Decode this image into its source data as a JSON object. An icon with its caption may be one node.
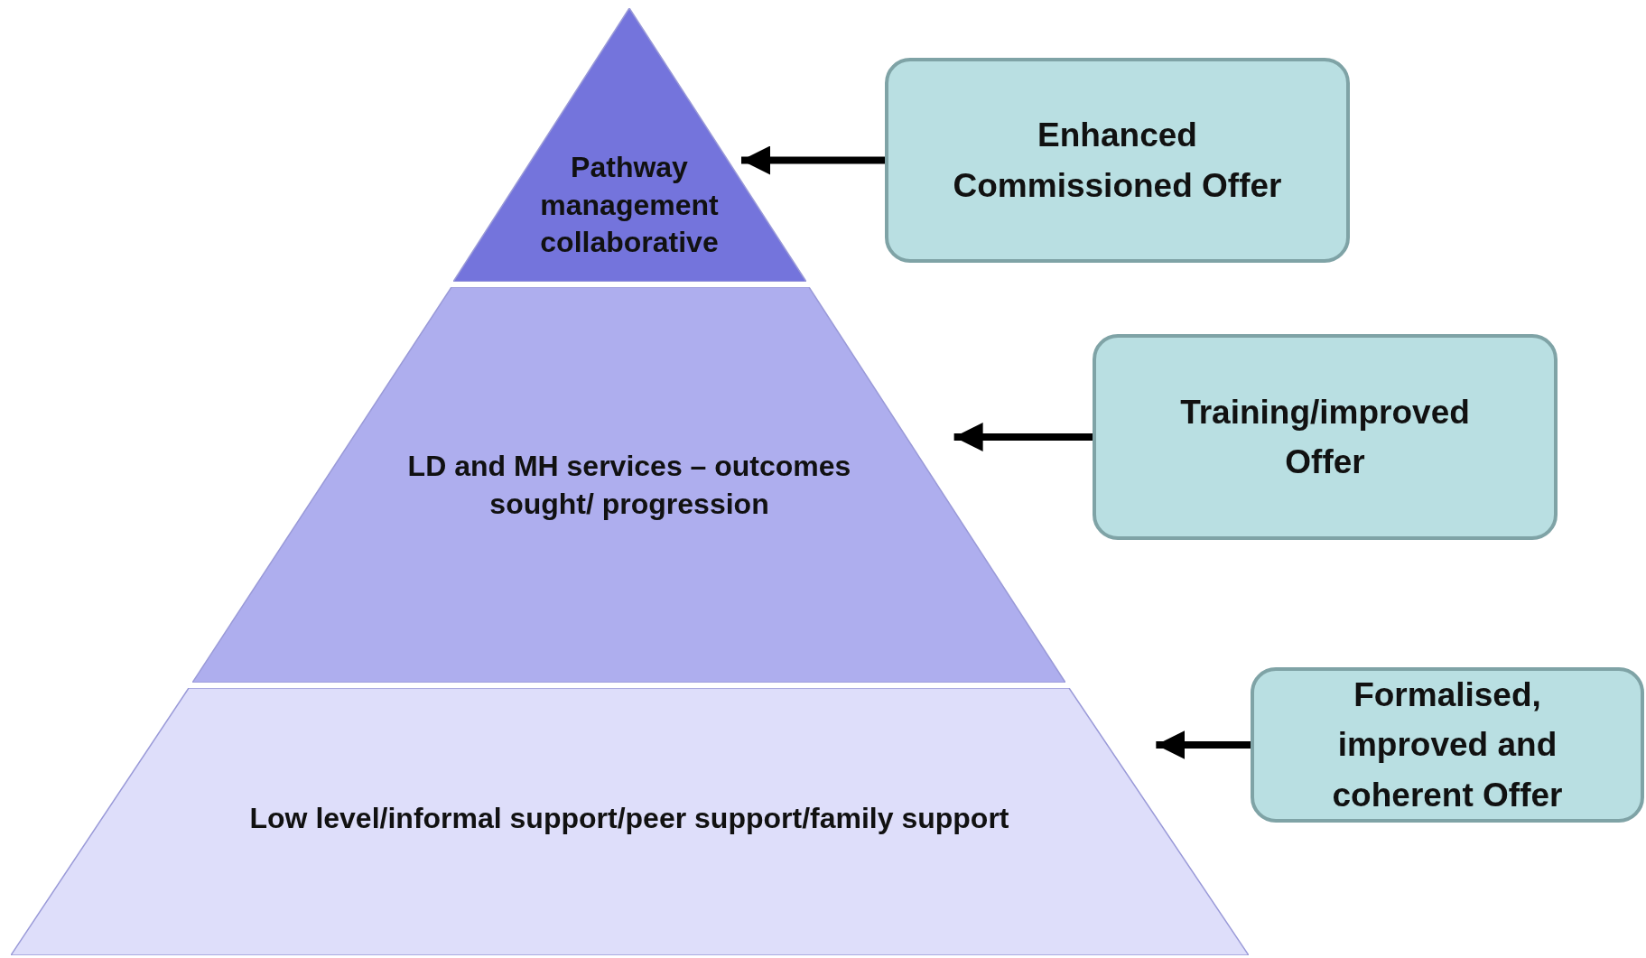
{
  "diagram": {
    "nodes": [
      {
        "text": [
          "Pathway management collaborative"
        ]
      },
      {
        "text": [
          "LD and MH services – outcomes sought/ progression"
        ]
      },
      {
        "text": [
          "Low level/informal support/peer support/family support"
        ]
      },
      {
        "text": [
          "Enhanced Commissioned Offer"
        ]
      },
      {
        "text": [
          "Training/improved Offer"
        ]
      },
      {
        "text": [
          "Formalised, improved and coherent Offer"
        ]
      }
    ],
    "edges": [
      {
        "from": 3,
        "to": 0,
        "arrow": "to"
      },
      {
        "from": 4,
        "to": 1,
        "arrow": "to"
      },
      {
        "from": 5,
        "to": 2,
        "arrow": "to"
      }
    ]
  }
}
